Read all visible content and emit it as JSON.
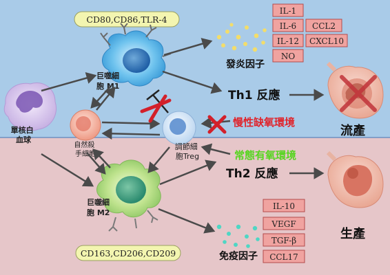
{
  "colors": {
    "top_bg": "#a9cbe8",
    "bottom_bg": "#e6c6c9",
    "pill_bg": "#f3f5b0",
    "box_fill": "#f0a3a0",
    "box_border": "#b34b4b",
    "red_cross": "#d3202a",
    "red_text": "#e0242b",
    "green_text": "#56d51f",
    "arrow": "#4a4a4a"
  },
  "markers": {
    "m1": "CD80,CD86,TLR-4",
    "m2": "CD163,CD206,CD209"
  },
  "cells": {
    "monocyte": "單核白\n血球",
    "m1_label": "巨噬細\n胞 M1",
    "m2_label": "巨噬細\n胞 M2",
    "nk_label": "自然殺\n手細胞",
    "treg_label": "調節細\n胞Treg"
  },
  "cytokines": {
    "inflammatory": [
      "IL-1",
      "IL-6",
      "CCL2",
      "IL-12",
      "CXCL10",
      "NO"
    ],
    "immune": [
      "IL-10",
      "VEGF",
      "TGF-β",
      "CCL17"
    ]
  },
  "factors": {
    "inflammatory_label": "發炎因子",
    "immune_label": "免疫因子"
  },
  "responses": {
    "th1": "Th1 反應",
    "th2": "Th2 反應"
  },
  "conditions": {
    "hypoxia": "慢性缺氧環境",
    "normoxia": "常態有氧環境"
  },
  "outcomes": {
    "miscarriage": "流產",
    "birth": "生產"
  }
}
